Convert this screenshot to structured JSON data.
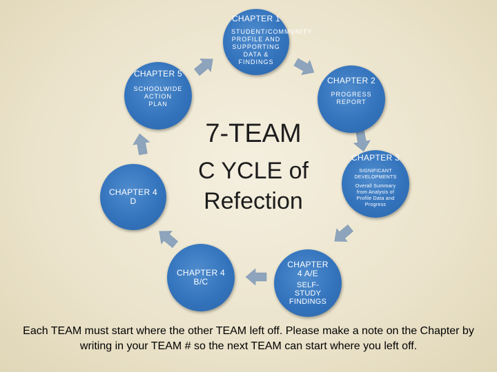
{
  "nodes": {
    "ch1": {
      "title": "CHAPTER 1",
      "desc": "STUDENT/COMMUNITY PROFILE AND SUPPORTING DATA & FINDINGS"
    },
    "ch2": {
      "title": "CHAPTER 2",
      "desc": "PROGRESS REPORT"
    },
    "ch3": {
      "title": "CHAPTER 3",
      "desc1": "SIGNIFICANT DEVELOPMENTS",
      "desc2": "Overall Summary from Analysis of Profile Data and Progress"
    },
    "ch4ae": {
      "title": "CHAPTER 4 A/E",
      "desc": "SELF-STUDY FINDINGS"
    },
    "ch4bc": {
      "title": "CHAPTER 4 B/C"
    },
    "ch4d": {
      "title": "CHAPTER 4 D"
    },
    "ch5": {
      "title": "CHAPTER 5",
      "desc": "SCHOOLWIDE ACTION PLAN"
    }
  },
  "center": {
    "line1": "7-TEAM",
    "line2": "C YCLE of Refection"
  },
  "footer": "Each TEAM must start where the other TEAM left off. Please make a note on the Chapter by writing in your TEAM # so the next TEAM can start where you left off.",
  "colors": {
    "node": "#3474bd",
    "arrow": "#8ea4bd",
    "background": "#ece5cf"
  },
  "icons": [
    "cycle-arrow-icon"
  ]
}
